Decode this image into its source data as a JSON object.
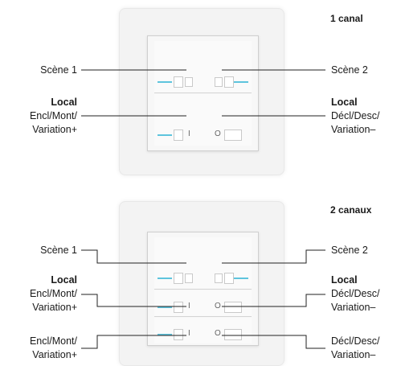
{
  "panel_top": {
    "heading": "1 canal",
    "left_top": "Scène 1",
    "right_top": "Scène 2",
    "left_bold": "Local",
    "left_line1": "Encl/Mont/",
    "left_line2": "Variation+",
    "right_bold": "Local",
    "right_line1": "Décl/Desc/",
    "right_line2": "Variation–"
  },
  "panel_bottom": {
    "heading": "2 canaux",
    "left_top": "Scène 1",
    "right_top": "Scène 2",
    "left_bold": "Local",
    "left_mid1": "Encl/Mont/",
    "left_mid2": "Variation+",
    "right_bold": "Local",
    "right_mid1": "Décl/Desc/",
    "right_mid2": "Variation–",
    "left_bot1": "Encl/Mont/",
    "left_bot2": "Variation+",
    "right_bot1": "Décl/Desc/",
    "right_bot2": "Variation–"
  },
  "symbols": {
    "on": "I",
    "off": "O"
  },
  "colors": {
    "led": "#5ec4dd",
    "line": "#222222",
    "frame": "#f3f3f3"
  }
}
